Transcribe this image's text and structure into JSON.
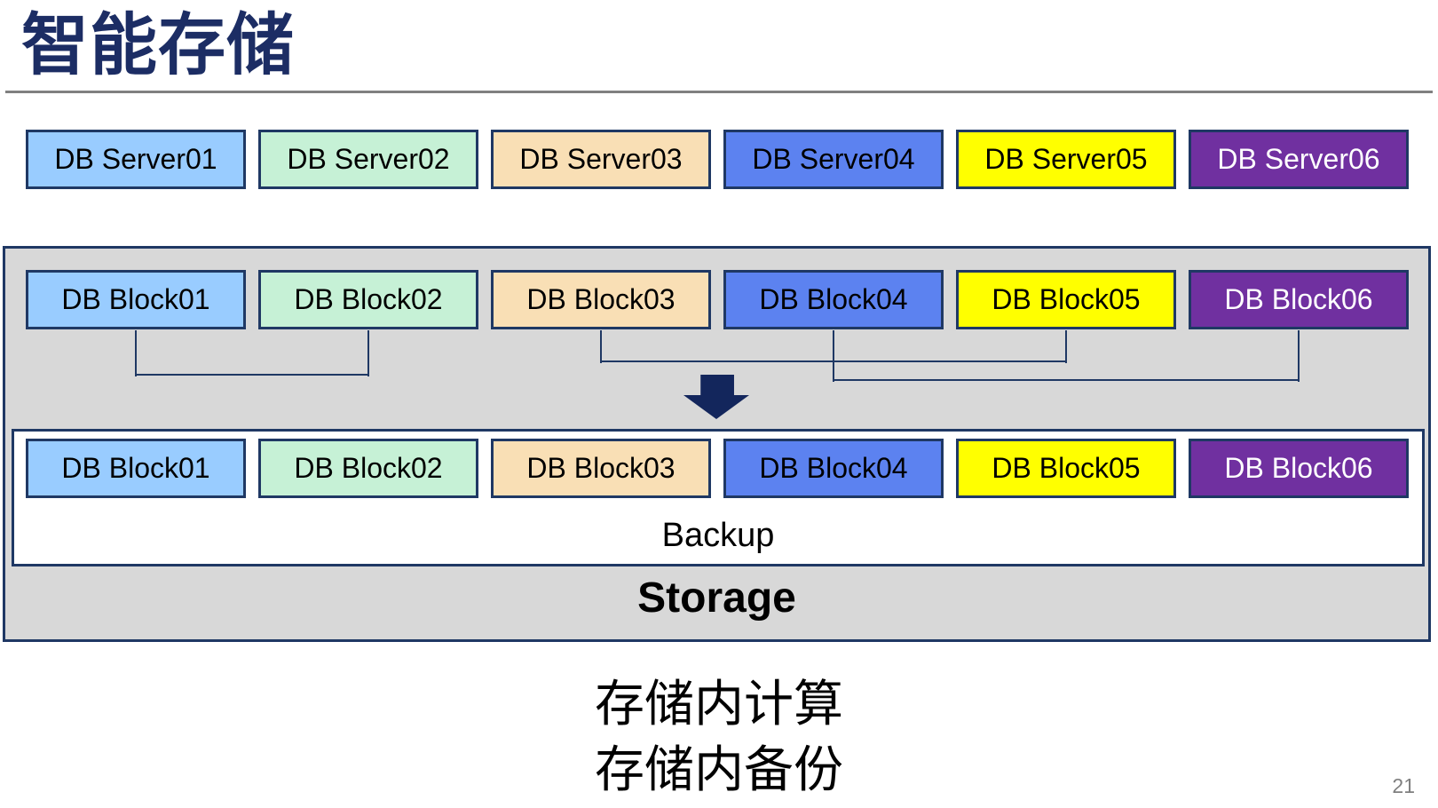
{
  "title": "智能存储",
  "page_number": "21",
  "servers": [
    "DB Server01",
    "DB Server02",
    "DB Server03",
    "DB Server04",
    "DB Server05",
    "DB Server06"
  ],
  "blocks_top": [
    "DB Block01",
    "DB Block02",
    "DB Block03",
    "DB Block04",
    "DB Block05",
    "DB Block06"
  ],
  "blocks_bottom": [
    "DB Block01",
    "DB Block02",
    "DB Block03",
    "DB Block04",
    "DB Block05",
    "DB Block06"
  ],
  "backup_label": "Backup",
  "storage_label": "Storage",
  "captions": [
    "存储内计算",
    "存储内备份"
  ],
  "palette": {
    "c1": {
      "fill": "#99CCFF",
      "text": "#000000"
    },
    "c2": {
      "fill": "#C6F1D6",
      "text": "#000000"
    },
    "c3": {
      "fill": "#F9DFB5",
      "text": "#000000"
    },
    "c4": {
      "fill": "#5C82F0",
      "text": "#000000"
    },
    "c5": {
      "fill": "#FFFF00",
      "text": "#000000"
    },
    "c6": {
      "fill": "#7030A0",
      "text": "#FFFFFF"
    },
    "box_border_navy": "#1F3864",
    "arrow_navy": "#13265C",
    "container_gray": "#D8D8D8",
    "divider_gray": "#808080",
    "title_navy": "#1C2D64",
    "page_number_gray": "#7F7F7F"
  }
}
